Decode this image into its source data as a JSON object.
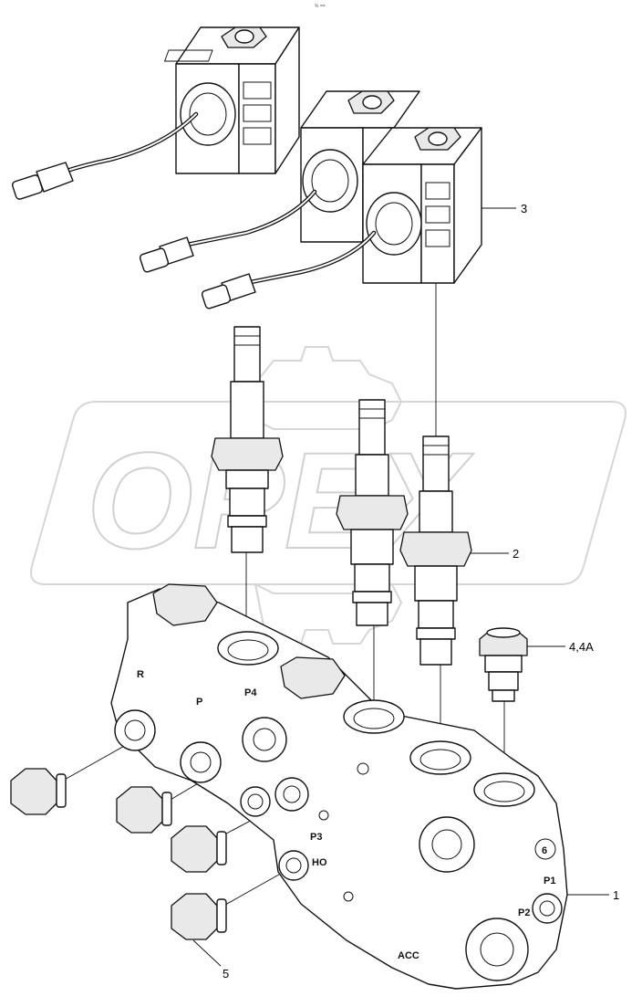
{
  "diagram": {
    "top_stamp": "% ==",
    "watermark": "OPEX",
    "callouts": {
      "body": "1",
      "cartridge": "2",
      "coil": "3",
      "relief_valve": "4,4A",
      "plug": "5"
    },
    "port_labels": {
      "p4": "P4",
      "p3": "P3",
      "p1": "P1",
      "p2": "P2",
      "ho": "HO",
      "acc": "ACC",
      "port_6": "6",
      "p_side": "P",
      "r_side": "R"
    },
    "colors": {
      "line": "#111111",
      "watermark": "#d0d0d0",
      "shade": "#e9e9e9"
    },
    "icons": [
      "coil-icon",
      "connector-icon",
      "cartridge-valve-icon",
      "plug-icon",
      "manifold-icon"
    ]
  }
}
